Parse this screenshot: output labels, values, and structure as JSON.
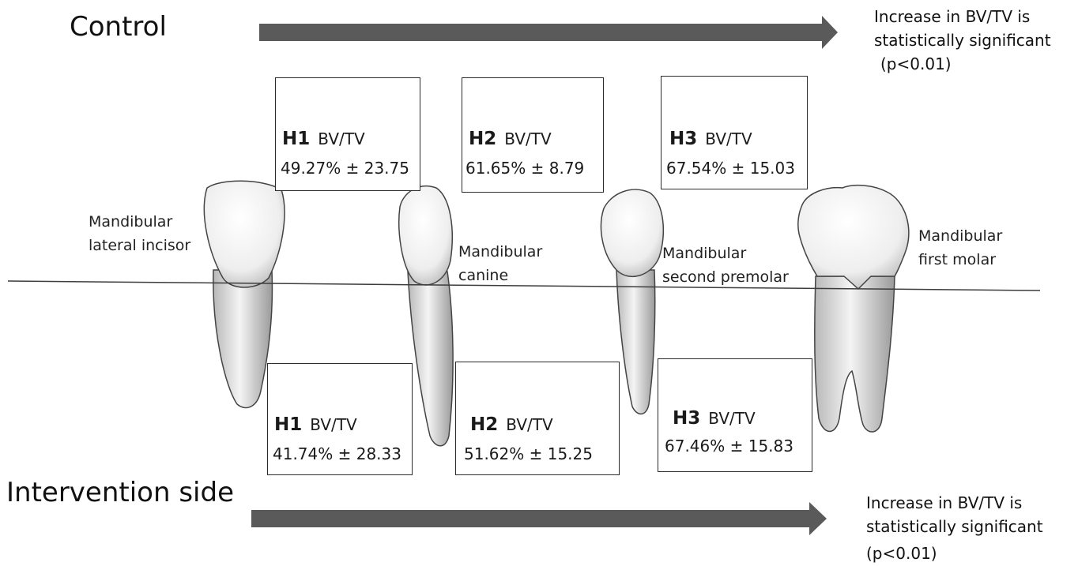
{
  "control": {
    "heading": "Control",
    "significance": [
      "Increase in BV/TV is",
      "statistically significant",
      "(p<0.01)"
    ]
  },
  "intervention": {
    "heading": "Intervention side",
    "significance": [
      "Increase in BV/TV is",
      "statistically significant",
      "(p<0.01)"
    ]
  },
  "teeth": {
    "lateral_incisor": [
      "Mandibular",
      "lateral incisor"
    ],
    "canine": [
      "Mandibular",
      "canine"
    ],
    "second_premolar": [
      "Mandibular",
      "second premolar"
    ],
    "first_molar": [
      "Mandibular",
      "first molar"
    ]
  },
  "control_boxes": [
    {
      "id": "H1",
      "metric": "BV/TV",
      "value": "49.27% ± 23.75"
    },
    {
      "id": "H2",
      "metric": "BV/TV",
      "value": "61.65% ± 8.79"
    },
    {
      "id": "H3",
      "metric": "BV/TV",
      "value": "67.54% ± 15.03"
    }
  ],
  "intervention_boxes": [
    {
      "id": "H1",
      "metric": "BV/TV",
      "value": "41.74% ± 28.33"
    },
    {
      "id": "H2",
      "metric": "BV/TV",
      "value": "51.62% ± 15.25"
    },
    {
      "id": "H3",
      "metric": "BV/TV",
      "value": "67.46% ± 15.83"
    }
  ],
  "colors": {
    "arrow": "#5a5a5a",
    "box_border": "#2b2b2b",
    "tooth_fill": "#efefef",
    "tooth_outline": "#444444"
  },
  "icons": {
    "control_arrow": "right-arrow",
    "intervention_arrow": "right-arrow"
  }
}
